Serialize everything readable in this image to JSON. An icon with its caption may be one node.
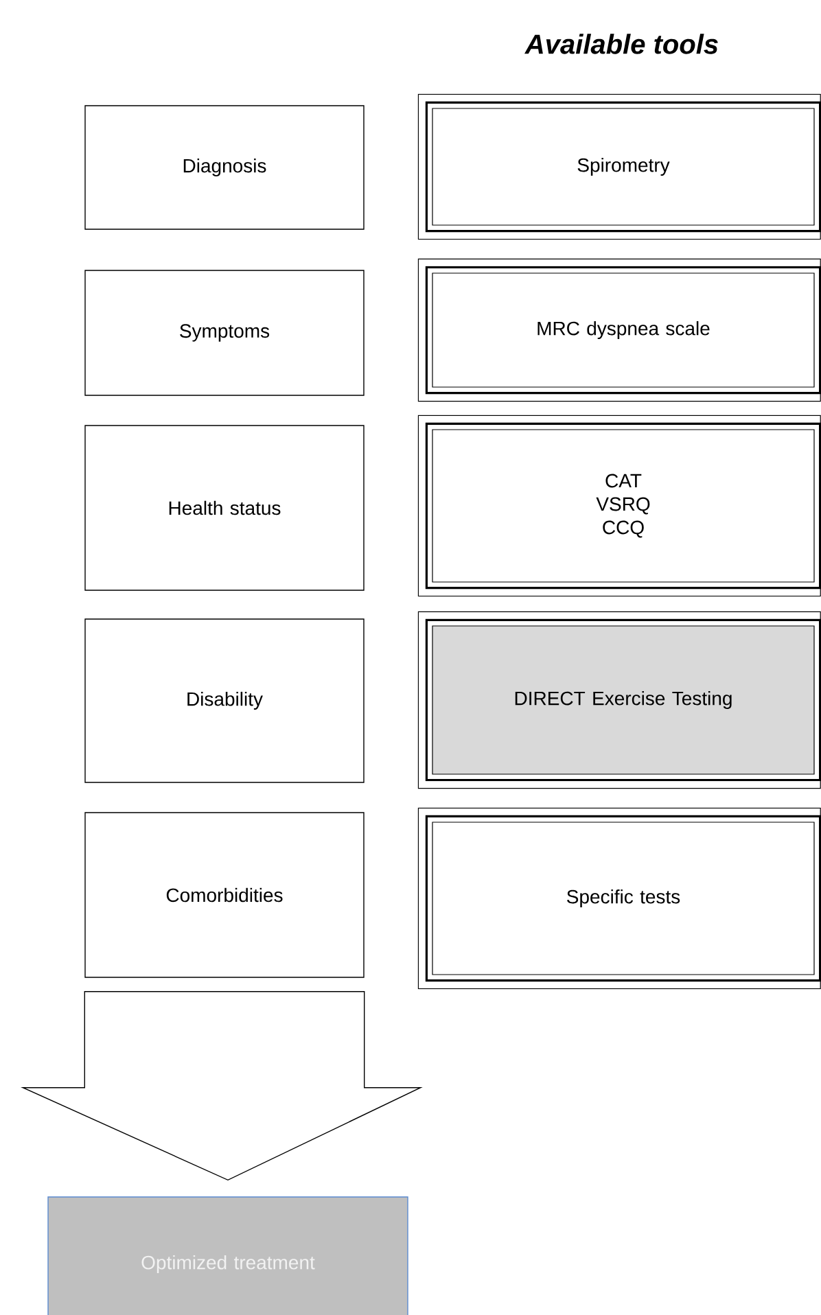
{
  "diagram": {
    "title": "Available tools",
    "nodes": [
      {
        "text": [
          "Diagnosis"
        ]
      },
      {
        "text": [
          "Symptoms"
        ]
      },
      {
        "text": [
          "Health status"
        ]
      },
      {
        "text": [
          "Disability"
        ]
      },
      {
        "text": [
          "Comorbidities"
        ]
      },
      {
        "text": [
          "Spirometry"
        ]
      },
      {
        "text": [
          "MRC dyspnea scale"
        ]
      },
      {
        "text": [
          "CAT",
          "VSRQ",
          "CCQ"
        ]
      },
      {
        "text": [
          "DIRECT Exercise Testing"
        ]
      },
      {
        "text": [
          "Specific tests"
        ]
      },
      {
        "text": [
          "Optimized treatment"
        ]
      }
    ],
    "edges": [
      {
        "from": 4,
        "to": 10,
        "arrow": "to"
      }
    ]
  }
}
